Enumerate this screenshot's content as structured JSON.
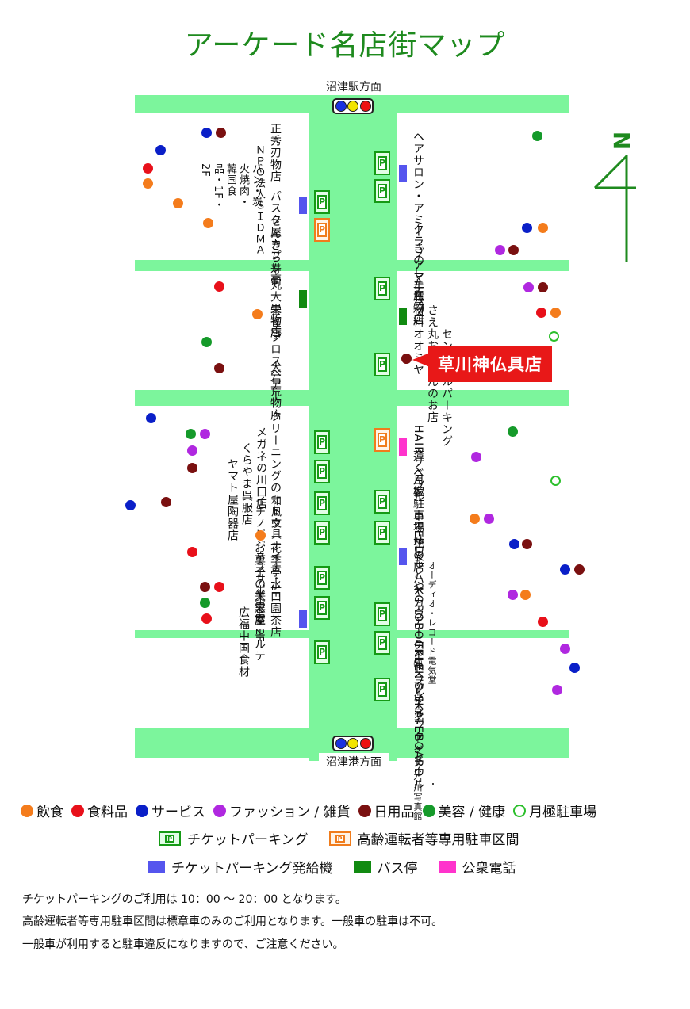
{
  "title": "アーケード名店街マップ",
  "colors": {
    "food": "#f47c1c",
    "grocery": "#e8101a",
    "service": "#0a1fc8",
    "fashion": "#b028e0",
    "daily": "#7a1010",
    "beauty": "#159a2a",
    "monthly_parking": "#2bbf2b",
    "road": "#7cf59c",
    "ticket_machine": "#5555ee",
    "bus_stop": "#118a11",
    "public_phone": "#ff33cc"
  },
  "map": {
    "north_label": "N",
    "north_direction": "up",
    "top_label": "沼津駅方面",
    "bottom_label": "沼津港方面",
    "callout": "草川神仏具店",
    "left_shops": [
      {
        "name": "正秀刃物店",
        "dots": [
          "daily",
          "service"
        ]
      },
      {
        "name": "ＮＰＯ法人ＳＩＤＭＡ",
        "dots": [
          "service"
        ]
      },
      {
        "name": "パン・炭火焼肉・韓国食品・1F・2F",
        "dots": [
          "grocery",
          "food"
        ]
      },
      {
        "name": "パスタ屋カプリ亭",
        "dots": [
          "food"
        ]
      },
      {
        "name": "せんきち寿司",
        "dots": [
          "food"
        ]
      },
      {
        "name": "丸大果物店",
        "dots": [
          "grocery"
        ]
      },
      {
        "name": "雲雀亭",
        "dots": [
          "food"
        ]
      },
      {
        "name": "プロスペアー",
        "dots": [
          "beauty"
        ]
      },
      {
        "name": "大石荒物店",
        "dots": [
          "daily"
        ]
      },
      {
        "name": "クリーニングのサトウ",
        "dots": [
          "service"
        ]
      },
      {
        "name": "メガネの川口店",
        "dots": [
          "fashion",
          "beauty"
        ]
      },
      {
        "name": "くらやま呉服店",
        "dots": [
          "fashion"
        ]
      },
      {
        "name": "ヤマト屋陶器店",
        "dots": [
          "daily"
        ]
      },
      {
        "name": "和風文具ナイナ・1F",
        "dots": [
          "daily"
        ]
      },
      {
        "name": "イチノビジネスサポート・2F",
        "dots": [
          "service"
        ]
      },
      {
        "name": "花季亭",
        "dots": [
          "food"
        ]
      },
      {
        "name": "お菓子の大黒屋",
        "dots": [
          "grocery"
        ]
      },
      {
        "name": "水口園茶店",
        "dots": [
          "grocery",
          "daily"
        ]
      },
      {
        "name": "美容室エルテ",
        "dots": [
          "beauty"
        ]
      },
      {
        "name": "広福中国食材",
        "dots": [
          "grocery"
        ]
      }
    ],
    "right_shops": [
      {
        "name": "ヘアサロン・アミー",
        "dots": [
          "beauty"
        ]
      },
      {
        "name": "クラブアマテラス",
        "dots": [
          "service",
          "food"
        ]
      },
      {
        "name": "きのした履物店",
        "dots": [
          "fashion",
          "daily"
        ]
      },
      {
        "name": "手芸材料オオミヤ",
        "dots": [
          "fashion",
          "daily"
        ]
      },
      {
        "name": "さえ丸おじさんのお店",
        "dots": [
          "grocery",
          "food"
        ]
      },
      {
        "name": "セントラルパーキング",
        "dots": [
          "monthly_parking"
        ]
      },
      {
        "name": "HAIRリベラル",
        "dots": [
          "beauty"
        ]
      },
      {
        "name": "蓮くん家",
        "dots": [
          "fashion"
        ]
      },
      {
        "name": "月極駐車場はしもとや",
        "dots": [
          "monthly_parking"
        ]
      },
      {
        "name": "GREEDY",
        "dots": [
          "fashion",
          "food"
        ]
      },
      {
        "name": "花の店ハヤカワ",
        "dots": [
          "service",
          "daily"
        ]
      },
      {
        "name": "オーディオ・レコード電気堂",
        "dots": [
          "service",
          "daily"
        ]
      },
      {
        "name": "KOROBOCKLE",
        "dots": [
          "fashion",
          "food"
        ]
      },
      {
        "name": "アーケードフルーツ",
        "dots": [
          "grocery"
        ]
      },
      {
        "name": "TRICK'S SKATEBOARD",
        "dots": [
          "fashion"
        ]
      },
      {
        "name": "㈱ステーショナリーグッズ石川写真館",
        "dots": [
          "service"
        ]
      },
      {
        "name": "ブティック・ドール",
        "dots": [
          "fashion"
        ]
      }
    ]
  },
  "legend": {
    "categories": [
      {
        "label": "飲食",
        "color": "food"
      },
      {
        "label": "食料品",
        "color": "grocery"
      },
      {
        "label": "サービス",
        "color": "service"
      },
      {
        "label": "ファッション / 雑貨",
        "color": "fashion"
      },
      {
        "label": "日用品",
        "color": "daily"
      },
      {
        "label": "美容 / 健康",
        "color": "beauty"
      },
      {
        "label": "月極駐車場",
        "color": "monthly_parking"
      }
    ],
    "ticket_parking": "チケットパーキング",
    "elderly_parking": "高齢運転者等専用駐車区間",
    "ticket_machine": "チケットパーキング発給機",
    "bus_stop": "バス停",
    "public_phone": "公衆電話"
  },
  "notes": [
    "チケットパーキングのご利用は 10：00 ～ 20：00 となります。",
    "高齢運転者等専用駐車区間は標章車のみのご利用となります。一般車の駐車は不可。",
    "一般車が利用すると駐車違反になりますので、ご注意ください。"
  ]
}
